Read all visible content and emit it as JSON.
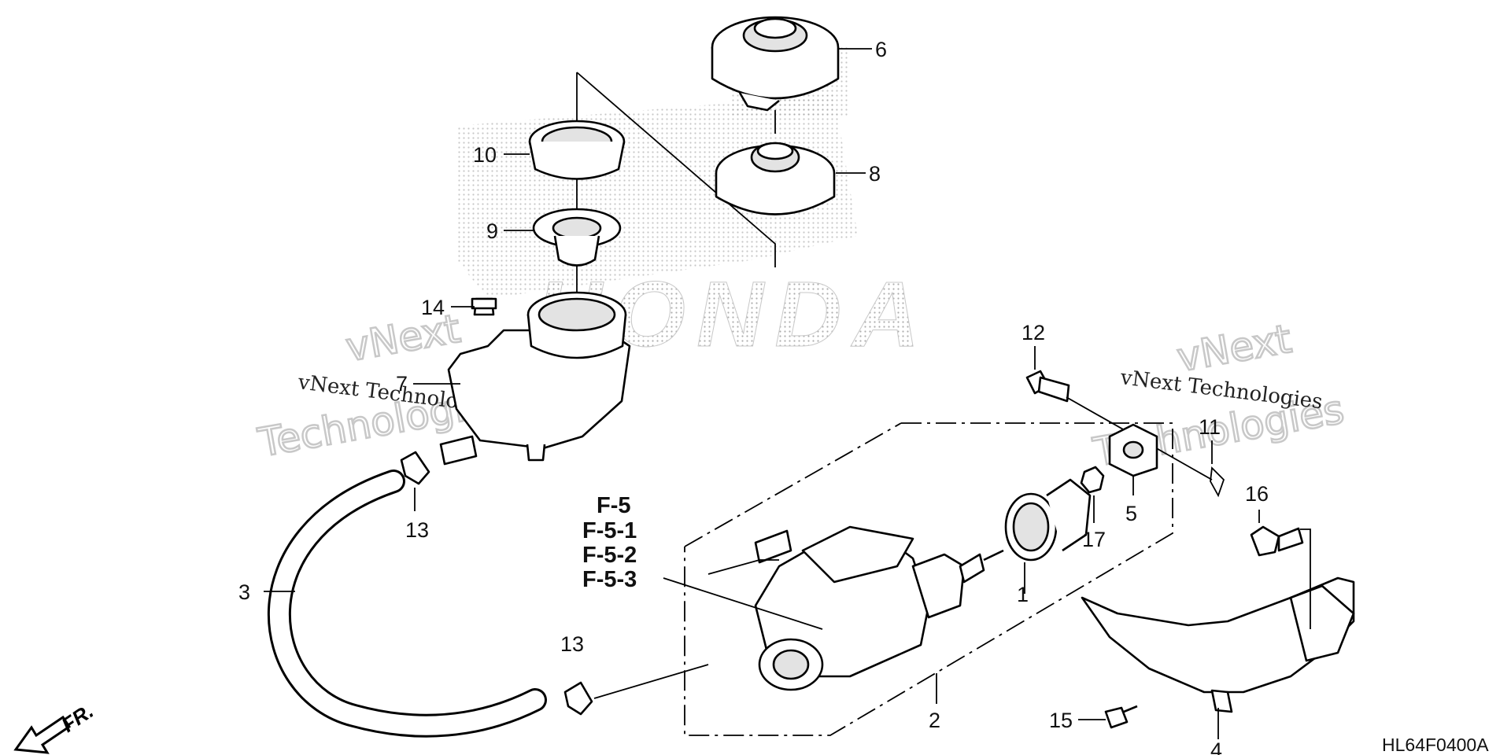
{
  "diagram": {
    "callouts": [
      {
        "id": "1",
        "label": "1"
      },
      {
        "id": "2",
        "label": "2"
      },
      {
        "id": "3",
        "label": "3"
      },
      {
        "id": "4",
        "label": "4"
      },
      {
        "id": "5",
        "label": "5"
      },
      {
        "id": "6",
        "label": "6"
      },
      {
        "id": "7",
        "label": "7"
      },
      {
        "id": "8",
        "label": "8"
      },
      {
        "id": "9",
        "label": "9"
      },
      {
        "id": "10",
        "label": "10"
      },
      {
        "id": "11",
        "label": "11"
      },
      {
        "id": "12",
        "label": "12"
      },
      {
        "id": "13a",
        "label": "13"
      },
      {
        "id": "13b",
        "label": "13"
      },
      {
        "id": "14",
        "label": "14"
      },
      {
        "id": "15",
        "label": "15"
      },
      {
        "id": "16",
        "label": "16"
      },
      {
        "id": "17",
        "label": "17"
      }
    ],
    "refs": [
      "F-5",
      "F-5-1",
      "F-5-2",
      "F-5-3"
    ],
    "front_label": "FR.",
    "diagram_code": "HL64F0400A",
    "brand_watermark": "HONDA",
    "watermark_text": {
      "line1": "vNext",
      "line2": "Technologies",
      "caption": "vNext Technologies"
    }
  },
  "colors": {
    "line": "#000000",
    "background": "#ffffff",
    "watermark_outline": "#c8c8c8",
    "dot_pattern": "#9a9a9a"
  }
}
